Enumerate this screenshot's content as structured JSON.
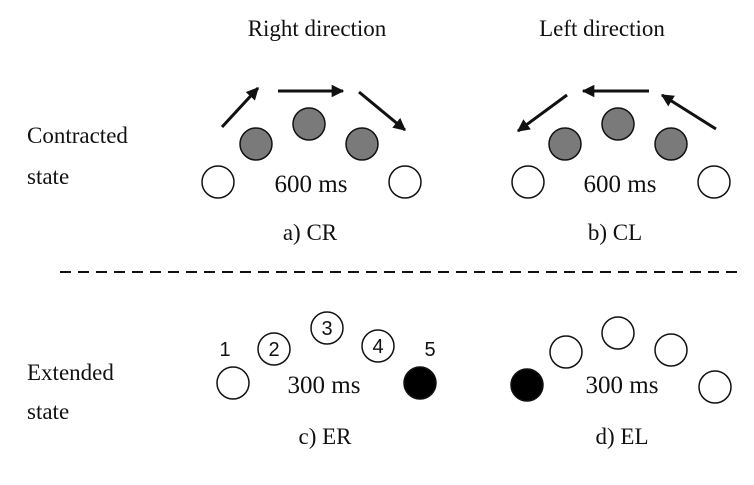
{
  "headers": {
    "right": "Right direction",
    "left": "Left direction"
  },
  "rows": {
    "contracted": [
      "Contracted",
      "state"
    ],
    "extended": [
      "Extended",
      "state"
    ]
  },
  "panels": {
    "cr": {
      "duration": "600 ms",
      "caption": "a) CR"
    },
    "cl": {
      "duration": "600 ms",
      "caption": "b) CL"
    },
    "er": {
      "duration": "300 ms",
      "caption": "c) ER",
      "numbers": [
        "1",
        "2",
        "3",
        "4",
        "5"
      ]
    },
    "el": {
      "duration": "300 ms",
      "caption": "d) EL"
    }
  },
  "colors": {
    "gray_fill": "#7a7a7a",
    "black_fill": "#000000",
    "white_fill": "#ffffff",
    "stroke": "#111111",
    "divider": "#111111"
  }
}
